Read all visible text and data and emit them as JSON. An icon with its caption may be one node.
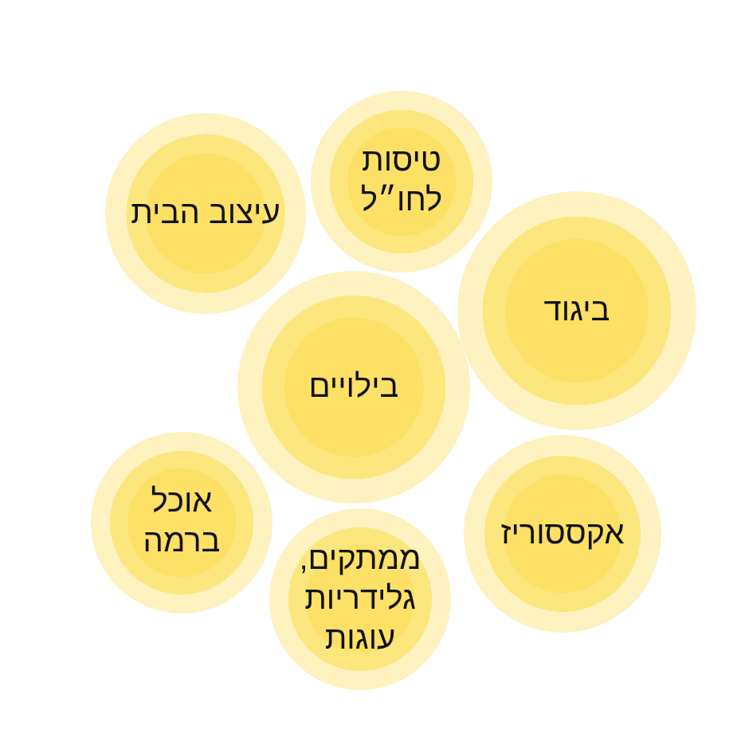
{
  "diagram": {
    "nodes": [
      {
        "text": [
          "טיסות לחו״ל"
        ]
      },
      {
        "text": [
          "עיצוב הבית"
        ]
      },
      {
        "text": [
          "ביגוד"
        ]
      },
      {
        "text": [
          "בילויים"
        ]
      },
      {
        "text": [
          "אוכל ברמה"
        ]
      },
      {
        "text": [
          "אקססוריז"
        ]
      },
      {
        "text": [
          "ממתקים, גלידריות עוגות"
        ]
      }
    ]
  }
}
